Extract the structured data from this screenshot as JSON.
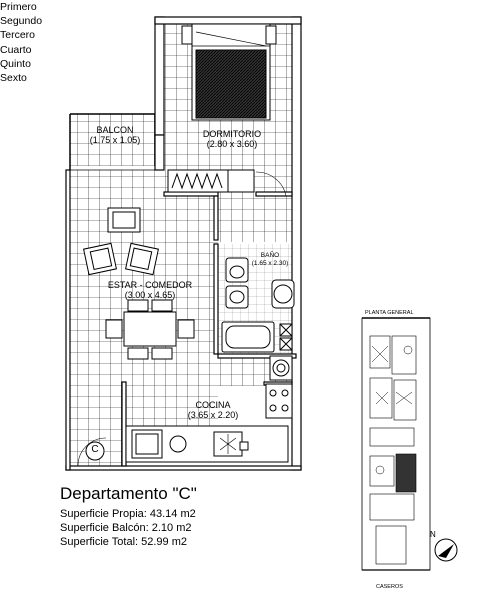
{
  "floors": [
    "Primero",
    "Segundo",
    "Tercero",
    "Cuarto",
    "Quinto",
    "Sexto"
  ],
  "rooms": {
    "balcon": {
      "name": "BALCON",
      "dims": "(1.75 x 1.05)"
    },
    "dormitorio": {
      "name": "DORMITORIO",
      "dims": "(2.80 x 3.60)"
    },
    "bano": {
      "name": "BAÑO",
      "dims": "(1.65 x 2.30)"
    },
    "estar": {
      "name": "ESTAR - COMEDOR",
      "dims": "(3.00 x 4.65)"
    },
    "cocina": {
      "name": "COCINA",
      "dims": "(3.65 x 2.20)"
    },
    "boiler": "C"
  },
  "apartment": {
    "title": "Departamento \"C\"",
    "propia_label": "Superficie Propia:",
    "propia_value": "43.14 m2",
    "balcon_label": "Superficie Balcón:",
    "balcon_value": "2.10 m2",
    "total_label": "Superficie Total:",
    "total_value": "52.99 m2"
  },
  "site_plan": {
    "title": "PLANTA GENERAL",
    "bottom_label": "CASEROS",
    "north": "N"
  }
}
